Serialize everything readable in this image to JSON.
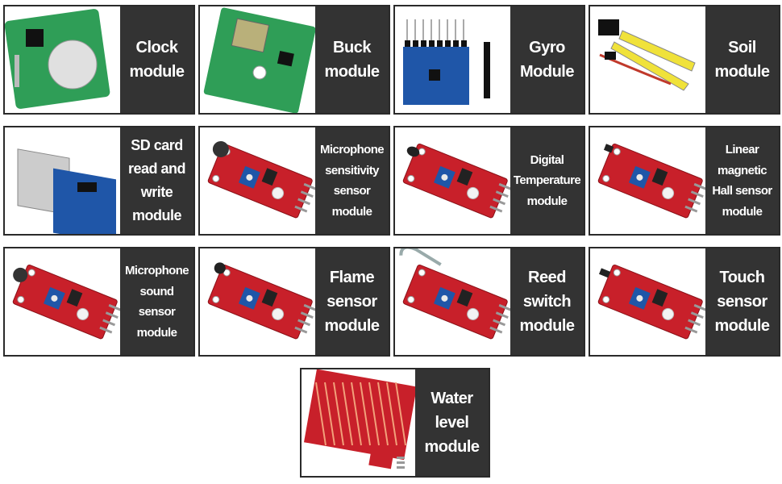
{
  "modules": [
    {
      "id": "clock",
      "label": "Clock\nmodule",
      "board": "clock",
      "icon": "clock-module-board-icon"
    },
    {
      "id": "buck",
      "label": "Buck\nmodule",
      "board": "buck",
      "icon": "buck-converter-board-icon"
    },
    {
      "id": "gyro",
      "label": "Gyro\nModule",
      "board": "gyro",
      "icon": "gyro-module-board-icon"
    },
    {
      "id": "soil",
      "label": "Soil\nmodule",
      "board": "soil",
      "icon": "soil-probe-icon"
    },
    {
      "id": "sd",
      "label": "SD card\nread and\nwrite\nmodule",
      "board": "sd",
      "icon": "sd-card-board-icon"
    },
    {
      "id": "mic-sens",
      "label": "Microphone\nsensitivity\nsensor\nmodule",
      "board": "red-mic",
      "icon": "microphone-sensor-board-icon"
    },
    {
      "id": "temp",
      "label": "Digital\nTemperature\nmodule",
      "board": "red-temp",
      "icon": "temperature-sensor-board-icon"
    },
    {
      "id": "hall",
      "label": "Linear\nmagnetic\nHall sensor\nmodule",
      "board": "red-hall",
      "icon": "hall-sensor-board-icon"
    },
    {
      "id": "mic-sound",
      "label": "Microphone\nsound\nsensor\nmodule",
      "board": "red-mic2",
      "icon": "sound-sensor-board-icon"
    },
    {
      "id": "flame",
      "label": "Flame\nsensor\nmodule",
      "board": "red-flame",
      "icon": "flame-sensor-board-icon"
    },
    {
      "id": "reed",
      "label": "Reed\nswitch\nmodule",
      "board": "red-reed",
      "icon": "reed-switch-board-icon"
    },
    {
      "id": "touch",
      "label": "Touch\nsensor\nmodule",
      "board": "red-touch",
      "icon": "touch-sensor-board-icon"
    },
    {
      "id": "water",
      "label": "Water\nlevel\nmodule",
      "board": "water",
      "icon": "water-level-board-icon"
    }
  ],
  "colors": {
    "panel": "#333333",
    "pcb_red": "#c8202a",
    "pcb_green": "#2f9e57",
    "pcb_blue": "#1f56a8",
    "text": "#ffffff"
  }
}
